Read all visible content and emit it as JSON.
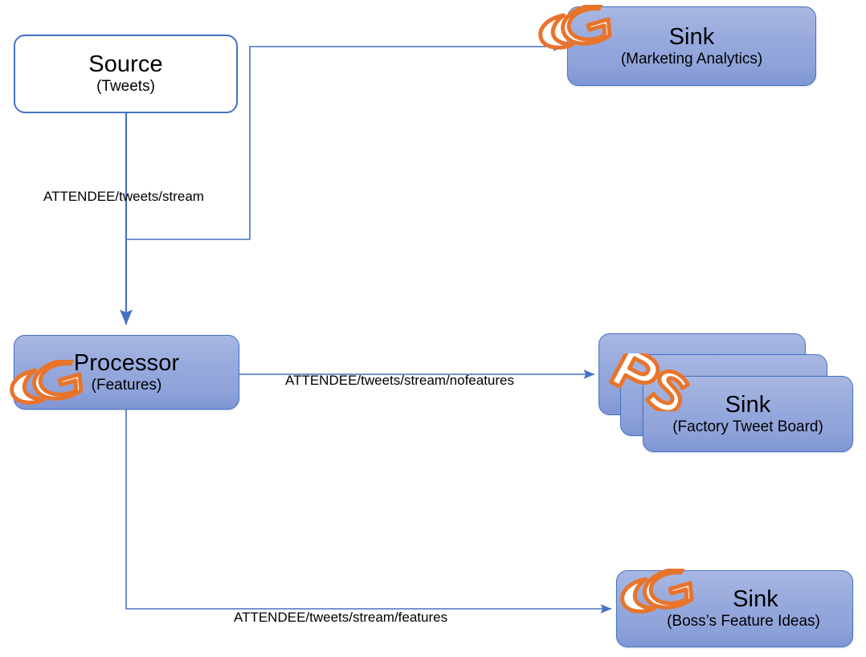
{
  "diagram": {
    "title": "Tweet streaming pipeline dataflow",
    "background_color": "#FFFFFF",
    "node_fill_color": "#95A8DC",
    "node_border_color": "#4472C4",
    "edge_color": "#4472C4",
    "logo_color": "#E8742C",
    "logo_fill_color": "#FFFFFF"
  },
  "nodes": {
    "source": {
      "title": "Source",
      "subtitle": "(Tweets)",
      "logo": ""
    },
    "processor": {
      "title": "Processor",
      "subtitle": "(Features)",
      "logo": "CG"
    },
    "sink_marketing": {
      "title": "Sink",
      "subtitle": "(Marketing Analytics)",
      "logo": "CG"
    },
    "sink_factory": {
      "title": "Sink",
      "subtitle": "(Factory Tweet Board)",
      "logo": "PS"
    },
    "sink_boss": {
      "title": "Sink",
      "subtitle": "(Boss’s Feature Ideas)",
      "logo": "CG"
    }
  },
  "edges": [
    {
      "id": "source-to-marketing",
      "label": "",
      "from": "source",
      "to": "sink_marketing"
    },
    {
      "id": "source-to-processor",
      "label": "ATTENDEE/tweets/stream",
      "from": "source",
      "to": "processor"
    },
    {
      "id": "processor-to-factory",
      "label": "ATTENDEE/tweets/stream/nofeatures",
      "from": "processor",
      "to": "sink_factory"
    },
    {
      "id": "processor-to-boss",
      "label": "ATTENDEE/tweets/stream/features",
      "from": "processor",
      "to": "sink_boss"
    }
  ],
  "labels": {
    "stream": "ATTENDEE/tweets/stream",
    "nofeatures": "ATTENDEE/tweets/stream/nofeatures",
    "features": "ATTENDEE/tweets/stream/features"
  }
}
